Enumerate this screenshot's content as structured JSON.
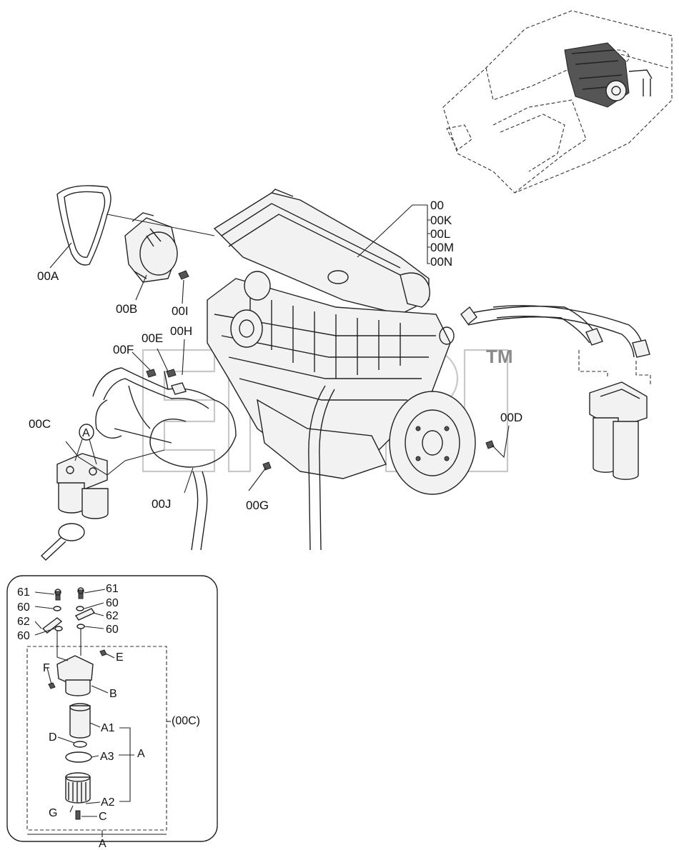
{
  "labels": {
    "l00": "00",
    "l00K": "00K",
    "l00L": "00L",
    "l00M": "00M",
    "l00N": "00N",
    "l00A": "00A",
    "l00B": "00B",
    "l00I": "00I",
    "l00E": "00E",
    "l00H": "00H",
    "l00F": "00F",
    "l00C": "00C",
    "l00D": "00D",
    "l00J": "00J",
    "l00G": "00G",
    "calloutA": "A"
  },
  "detail": {
    "items": {
      "i61a": "61",
      "i60a": "60",
      "i62a": "62",
      "i60b": "60",
      "i61b": "61",
      "i60c": "60",
      "i62b": "62",
      "i60d": "60",
      "iE": "E",
      "iF": "F",
      "iB": "B",
      "iA1": "A1",
      "iD": "D",
      "iA3": "A3",
      "iA": "A",
      "iA2": "A2",
      "iG": "G",
      "iC": "C"
    },
    "group_label": "(00C)",
    "bottom_label": "A"
  },
  "watermark": {
    "tm": "TM"
  }
}
